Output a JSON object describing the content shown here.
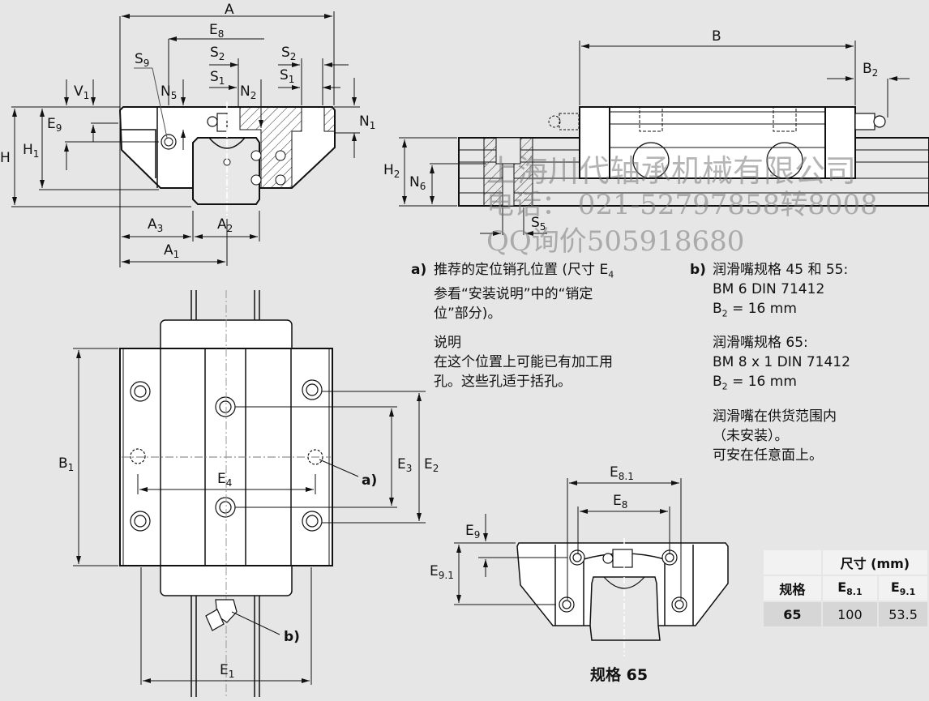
{
  "front_view": {
    "labels": {
      "A": "A",
      "E8": "E",
      "E8_sub": "8",
      "S2_left": "S",
      "S2_left_sub": "2",
      "S1_left": "S",
      "S1_left_sub": "1",
      "S2_right": "S",
      "S2_right_sub": "2",
      "S1_right": "S",
      "S1_right_sub": "1",
      "S9": "S",
      "S9_sub": "9",
      "N5": "N",
      "N5_sub": "5",
      "N2": "N",
      "N2_sub": "2",
      "N1": "N",
      "N1_sub": "1",
      "V1": "V",
      "V1_sub": "1",
      "E9": "E",
      "E9_sub": "9",
      "H1": "H",
      "H1_sub": "1",
      "H": "H",
      "A3": "A",
      "A3_sub": "3",
      "A2": "A",
      "A2_sub": "2",
      "A1": "A",
      "A1_sub": "1"
    }
  },
  "side_view": {
    "labels": {
      "B": "B",
      "B2": "B",
      "B2_sub": "2",
      "H2": "H",
      "H2_sub": "2",
      "N6": "N",
      "N6_sub": "6",
      "S5": "S",
      "S5_sub": "5"
    }
  },
  "top_view": {
    "labels": {
      "B1": "B",
      "B1_sub": "1",
      "E4": "E",
      "E4_sub": "4",
      "E3": "E",
      "E3_sub": "3",
      "E2": "E",
      "E2_sub": "2",
      "E1": "E",
      "E1_sub": "1",
      "callout_a": "a)",
      "callout_b": "b)"
    }
  },
  "size65_view": {
    "labels": {
      "E81": "E",
      "E81_sub": "8.1",
      "E8": "E",
      "E8_sub": "8",
      "E9": "E",
      "E9_sub": "9",
      "E91": "E",
      "E91_sub": "9.1"
    },
    "caption": "规格 65"
  },
  "notes": {
    "a": {
      "tag": "a)",
      "line1": "推荐的定位销孔位置 (尺寸 E",
      "line1_sub": "4",
      "line2": "参看“安装说明”中的“销定",
      "line3": "位”部分)。",
      "line4": "说明",
      "line5": "在这个位置上可能已有加工用",
      "line6": "孔。这些孔适于括孔。"
    },
    "b": {
      "tag": "b)",
      "line1": "润滑嘴规格 45 和 55:",
      "line2": "BM 6 DIN 71412",
      "line3_pre": "B",
      "line3_sub": "2",
      "line3_post": " = 16 mm",
      "line4": "润滑嘴规格 65:",
      "line5": "BM 8 x 1 DIN 71412",
      "line6_pre": "B",
      "line6_sub": "2",
      "line6_post": " = 16 mm",
      "line7": "润滑嘴在供货范围内",
      "line8": "（未安装）。",
      "line9": "可安在任意面上。"
    }
  },
  "watermark": {
    "line1": "上海川代轴承机械有限公司",
    "line2": "电话： 021-52797858转8008",
    "line3": "QQ询价505918680"
  },
  "dimension_table": {
    "header_group": "尺寸 (mm)",
    "col_size": "规格",
    "col_e81": "E",
    "col_e81_sub": "8.1",
    "col_e91": "E",
    "col_e91_sub": "9.1",
    "rows": [
      {
        "size": "65",
        "e81": "100",
        "e91": "53.5"
      }
    ]
  }
}
